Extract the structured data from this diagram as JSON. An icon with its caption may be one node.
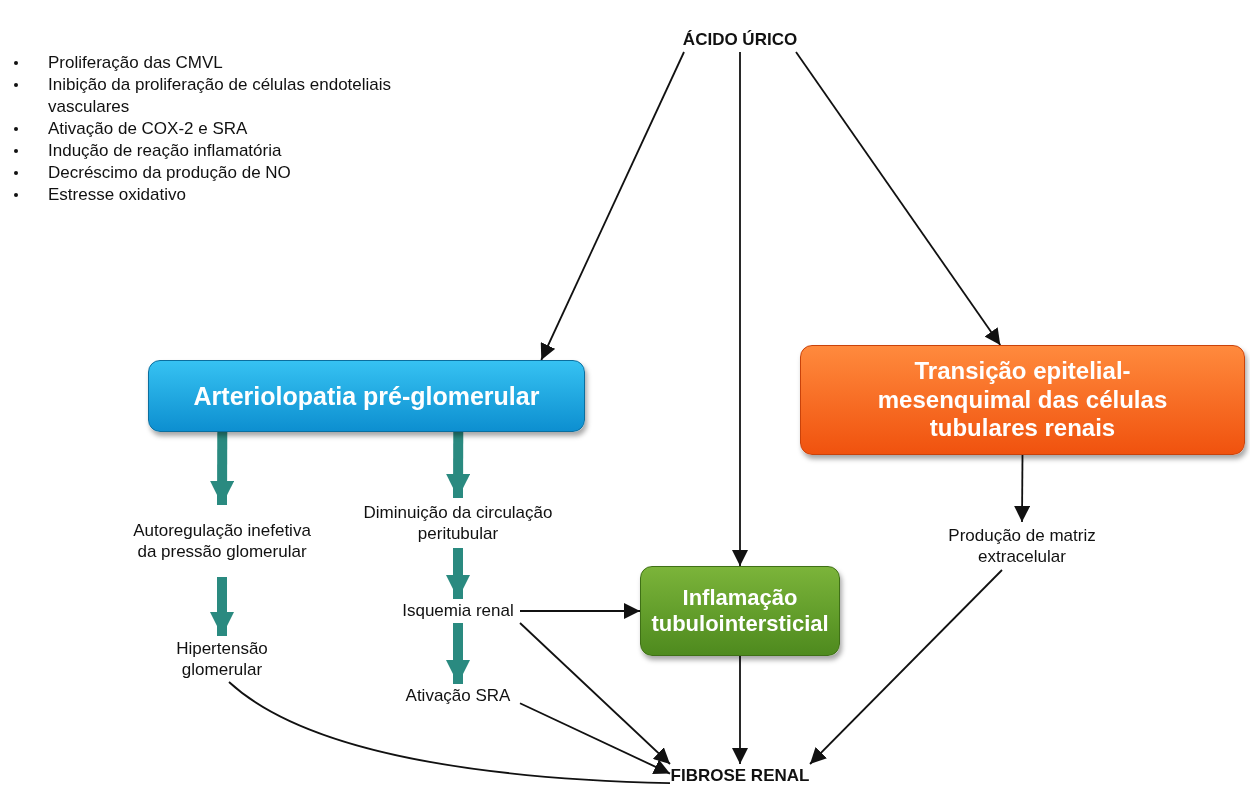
{
  "diagram": {
    "nodes": [
      {
        "text": [
          "ÁCIDO ÚRICO"
        ]
      },
      {
        "text": [
          "Arteriolopatia pré-glomerular"
        ]
      },
      {
        "text": [
          "Transição epitelial-mesenquimal das células tubulares renais"
        ]
      },
      {
        "text": [
          "Autoregulação inefetiva da pressão glomerular"
        ]
      },
      {
        "text": [
          "Hipertensão glomerular"
        ]
      },
      {
        "text": [
          "Diminuição da circulação peritubular"
        ]
      },
      {
        "text": [
          "Isquemia renal"
        ]
      },
      {
        "text": [
          "Ativação SRA"
        ]
      },
      {
        "text": [
          "Inflamação tubulointersticial"
        ]
      },
      {
        "text": [
          "Produção de matriz extracelular"
        ]
      },
      {
        "text": [
          "FIBROSE RENAL"
        ]
      }
    ],
    "edges": [
      {
        "from": 0,
        "to": 1,
        "arrow": "to"
      },
      {
        "from": 0,
        "to": 8,
        "arrow": "to"
      },
      {
        "from": 0,
        "to": 2,
        "arrow": "to"
      },
      {
        "from": 1,
        "to": 3,
        "arrow": "to",
        "style": "thick",
        "color": "#2a8a80"
      },
      {
        "from": 1,
        "to": 5,
        "arrow": "to",
        "style": "thick",
        "color": "#2a8a80"
      },
      {
        "from": 3,
        "to": 4,
        "arrow": "to",
        "style": "thick",
        "color": "#2a8a80"
      },
      {
        "from": 5,
        "to": 6,
        "arrow": "to",
        "style": "thick",
        "color": "#2a8a80"
      },
      {
        "from": 6,
        "to": 7,
        "arrow": "to",
        "style": "thick",
        "color": "#2a8a80"
      },
      {
        "from": 6,
        "to": 8,
        "arrow": "to"
      },
      {
        "from": 2,
        "to": 9,
        "arrow": "to"
      },
      {
        "from": 6,
        "to": 10,
        "arrow": "to"
      },
      {
        "from": 7,
        "to": 10,
        "arrow": "to"
      },
      {
        "from": 4,
        "to": 10,
        "arrow": "none"
      },
      {
        "from": 8,
        "to": 10,
        "arrow": "to"
      },
      {
        "from": 9,
        "to": 10,
        "arrow": "to"
      }
    ],
    "labels": [
      "Proliferação das CMVL",
      "Inibição da proliferação de células endoteliais vasculares",
      "Ativação de COX-2 e SRA",
      "Indução de reação inflamatória",
      "Decréscimo da produção de NO",
      "Estresse oxidativo"
    ]
  }
}
